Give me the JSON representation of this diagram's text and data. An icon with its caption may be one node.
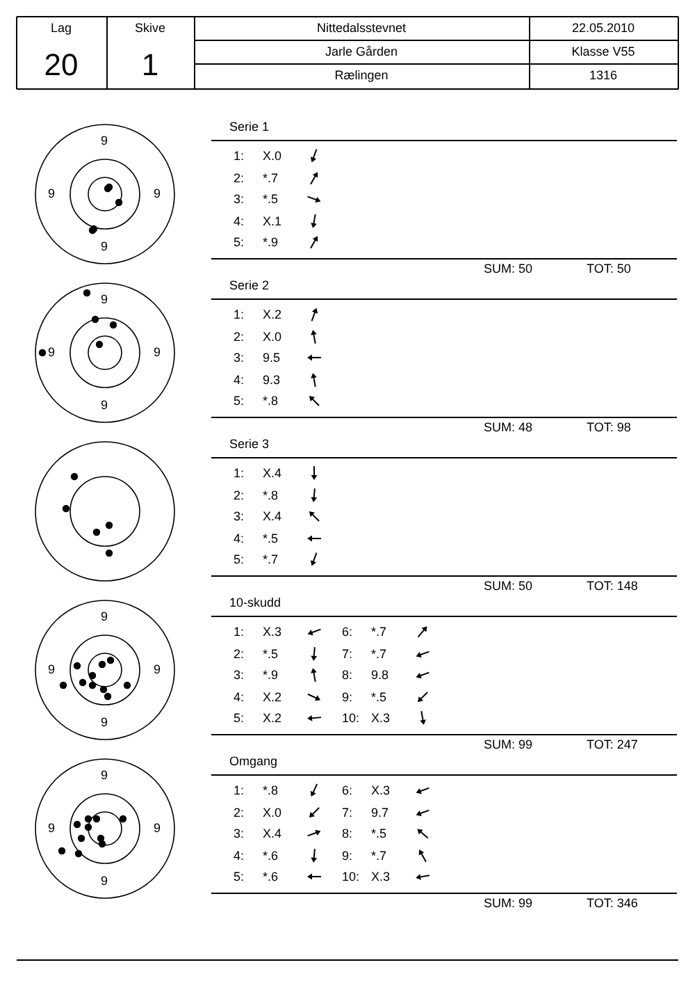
{
  "diagram": {
    "nodes": [
      {
        "text": [
          "9",
          "9",
          "9",
          "9"
        ]
      },
      {
        "text": [
          "9",
          "9",
          "9",
          "9"
        ]
      },
      {
        "text": [],
        "shape": "circle"
      },
      {
        "text": [
          "9",
          "9",
          "9",
          "9"
        ]
      },
      {
        "text": [
          "9",
          "9",
          "9",
          "9"
        ]
      }
    ],
    "labels": [
      "Lag",
      "Skive",
      "Nittedalsstevnet",
      "22.05.2010",
      "20",
      "1",
      "Jarle Gården",
      "Klasse V55",
      "Rælingen",
      "1316",
      "Serie 1",
      "1:",
      "X.0",
      "2:",
      "*.7",
      "3:",
      "*.5",
      "4:",
      "X.1",
      "5:",
      "*.9",
      "SUM: 50",
      "TOT: 50",
      "Serie 2",
      "1:",
      "X.2",
      "2:",
      "X.0",
      "3:",
      "9.5",
      "4:",
      "9.3",
      "5:",
      "*.8",
      "SUM: 48",
      "TOT: 98",
      "Serie 3",
      "1:",
      "X.4",
      "2:",
      "*.8",
      "3:",
      "X.4",
      "4:",
      "*.5",
      "5:",
      "*.7",
      "SUM: 50",
      "TOT: 148",
      "10-skudd",
      "1:",
      "X.3",
      "6:",
      "*.7",
      "2:",
      "*.5",
      "7:",
      "*.7",
      "3:",
      "*.9",
      "8:",
      "9.8",
      "4:",
      "X.2",
      "9:",
      "*.5",
      "5:",
      "X.2",
      "10:",
      "X.3",
      "SUM: 99",
      "TOT: 247",
      "Omgang",
      "1:",
      "*.8",
      "6:",
      "X.3",
      "2:",
      "X.0",
      "7:",
      "9.7",
      "3:",
      "X.4",
      "8:",
      "*.5",
      "4:",
      "*.6",
      "9:",
      "*.7",
      "5:",
      "*.6",
      "10:",
      "X.3",
      "SUM: 99",
      "TOT: 346"
    ]
  }
}
